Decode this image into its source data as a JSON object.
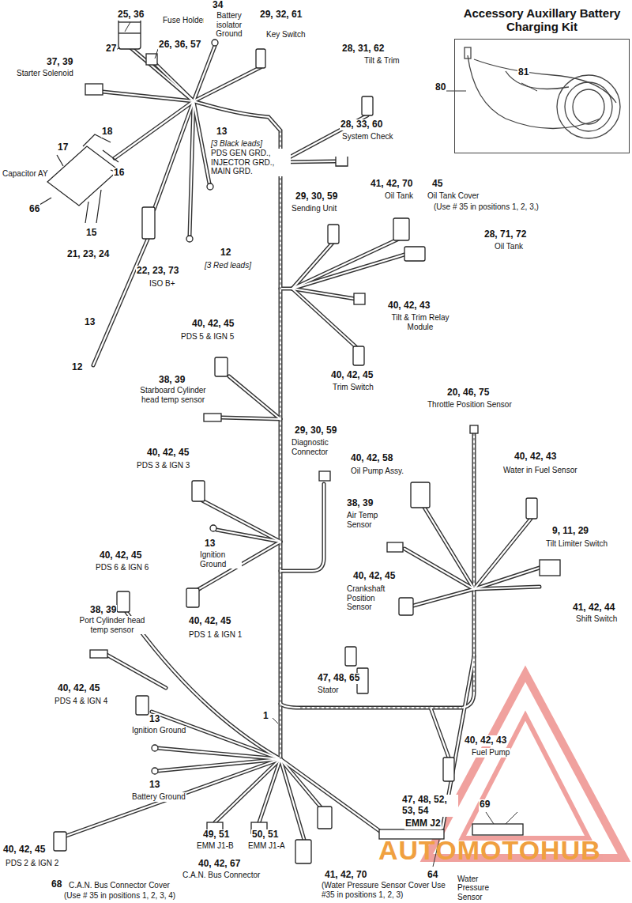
{
  "diagram": {
    "nodes": [
      {
        "text": [
          "Accessory Auxillary Battery Charging Kit",
          "81"
        ]
      }
    ],
    "labels": [
      "25, 36",
      "Fuse Holder",
      "27",
      "26, 36, 57",
      "34",
      "Battery isolator Ground",
      "29, 32, 61",
      "Key Switch",
      "37, 39",
      "Starter Solenoid",
      "18",
      "17",
      "16",
      "Capacitor AY",
      "66",
      "15",
      "13",
      "[3 Black leads]",
      "PDS GEN GRD., INJECTOR GRD., MAIN GRD.",
      "21, 23, 24",
      "12",
      "[3 Red leads]",
      "22, 23, 73",
      "ISO B+",
      "13",
      "12",
      "28, 31, 62",
      "Tilt & Trim",
      "28, 33, 60",
      "System Check",
      "29, 30, 59",
      "Sending Unit",
      "41, 42, 70",
      "Oil Tank",
      "45",
      "Oil Tank Cover",
      "(Use # 35 in positions 1, 2, 3,)",
      "28, 71, 72",
      "Oil Tank",
      "40, 42, 43",
      "Tilt & Trim Relay Module",
      "40, 42, 45",
      "PDS 5 & IGN 5",
      "40, 42, 45",
      "Trim Switch",
      "38, 39",
      "Starboard Cylinder head temp sensor",
      "20, 46, 75",
      "Throttle Position Sensor",
      "29, 30, 59",
      "Diagnostic Connector",
      "40, 42, 45",
      "PDS 3 & IGN 3",
      "40, 42, 58",
      "Oil Pump Assy.",
      "40, 42, 43",
      "Water in Fuel Sensor",
      "38, 39",
      "Air Temp Sensor",
      "13",
      "Ignition Ground",
      "9, 11, 29",
      "Tilt Limiter Switch",
      "40, 42, 45",
      "PDS 6 & IGN 6",
      "40, 42, 45",
      "Crankshaft Position Sensor",
      "41, 42, 44",
      "Shift Switch",
      "38, 39",
      "Port Cylinder head temp sensor",
      "40, 42, 45",
      "PDS 1 & IGN 1",
      "47, 48, 65",
      "Stator",
      "40, 42, 45",
      "PDS 4 & IGN 4",
      "1",
      "13",
      "Ignition Ground",
      "40, 42, 43",
      "Fuel Pump",
      "13",
      "Battery Ground",
      "47, 48, 52, 53, 54",
      "EMM J2",
      "69",
      "49, 51",
      "EMM J1-B",
      "50, 51",
      "EMM J1-A",
      "40, 42, 45",
      "PDS 2 & IGN 2",
      "40, 42, 67",
      "C.A.N. Bus Connector",
      "68",
      "C.A.N. Bus Connector Cover",
      "(Use # 35 in positions 1, 2, 3, 4)",
      "41, 42, 70",
      "(Water Pressure Sensor Cover Use #35 in positions 1, 2, 3)",
      "Water Pressure Sensor",
      "64",
      "80",
      "AUTOMOTOHUB"
    ]
  }
}
